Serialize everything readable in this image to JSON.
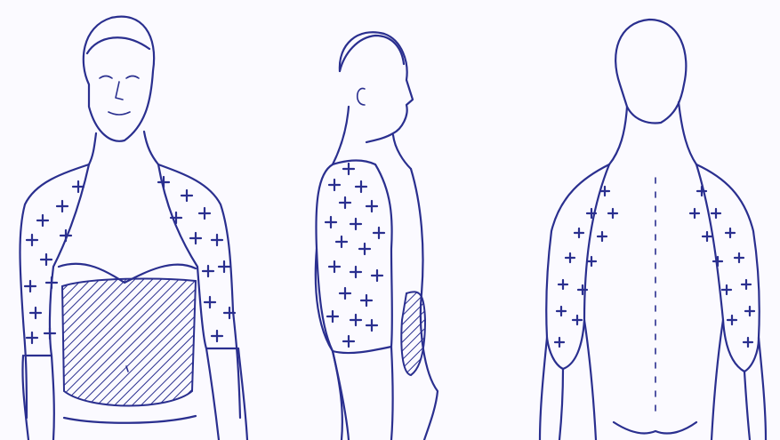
{
  "colors": {
    "ink": "#2a2f8f",
    "background": "#fbfaff"
  },
  "figures": [
    {
      "view": "front",
      "cross_region": "shoulders-and-arms",
      "hatched_region": "abdomen"
    },
    {
      "view": "side",
      "cross_region": "shoulder-and-upper-arm",
      "hatched_region": "flank"
    },
    {
      "view": "back",
      "cross_region": "shoulders-and-arms",
      "hatched_region": "none"
    }
  ]
}
